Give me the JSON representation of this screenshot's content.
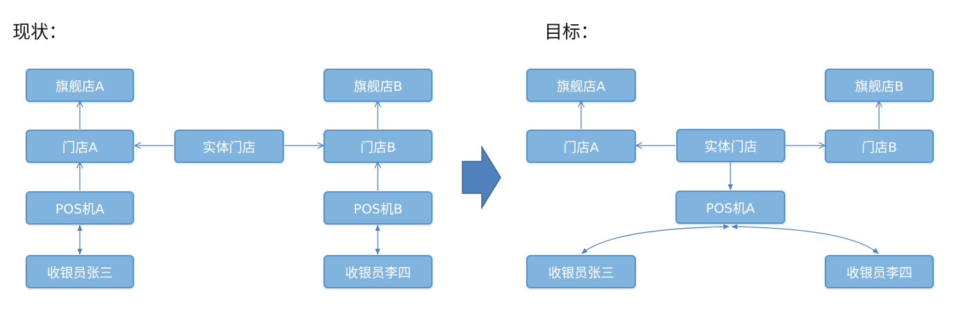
{
  "colors": {
    "node_fill": "#80b4df",
    "node_border": "#5b92c8",
    "node_text": "#ffffff",
    "edge": "#4f81bd",
    "transition_arrow": "#4f81bd"
  },
  "current": {
    "heading": "现状：",
    "nodes": {
      "flagship_a": "旗舰店A",
      "store_a": "门店A",
      "pos_a": "POS机A",
      "cashier_zhang": "收银员张三",
      "physical_store": "实体门店",
      "flagship_b": "旗舰店B",
      "store_b": "门店B",
      "pos_b": "POS机B",
      "cashier_li": "收银员李四"
    }
  },
  "target": {
    "heading": "目标：",
    "nodes": {
      "flagship_a": "旗舰店A",
      "store_a": "门店A",
      "physical_store": "实体门店",
      "pos_a": "POS机A",
      "cashier_zhang": "收银员张三",
      "flagship_b": "旗舰店B",
      "store_b": "门店B",
      "cashier_li": "收银员李四"
    }
  },
  "transition_icon": "right-block-arrow-icon"
}
